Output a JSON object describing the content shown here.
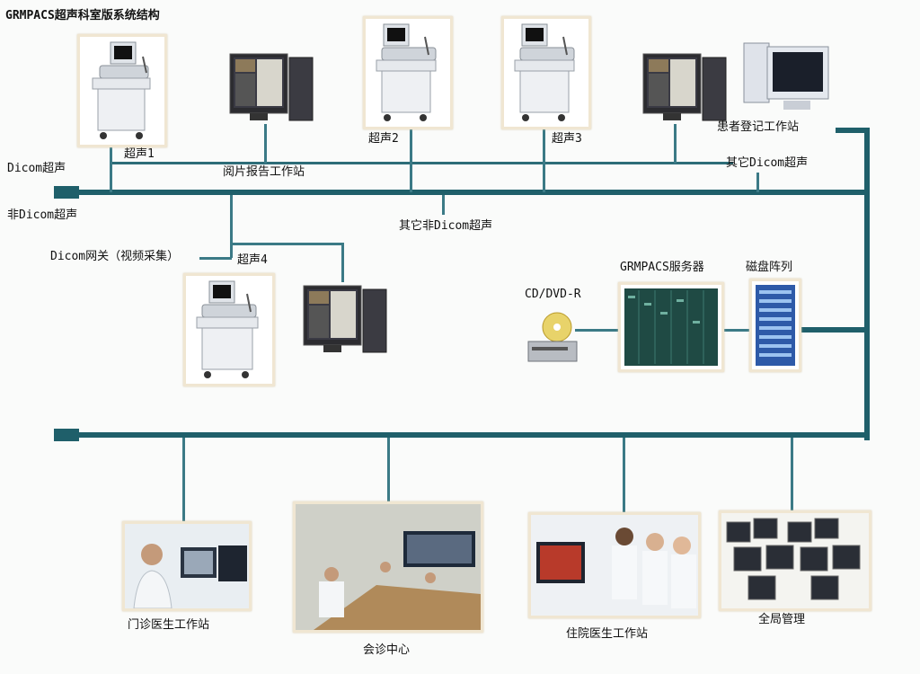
{
  "title": "GRMPACS超声科室版系统结构",
  "labels": {
    "dicom_us": "Dicom超声",
    "non_dicom_us": "非Dicom超声",
    "us1": "超声1",
    "us2": "超声2",
    "us3": "超声3",
    "us4": "超声4",
    "reading_ws": "阅片报告工作站",
    "registration_ws": "患者登记工作站",
    "other_dicom": "其它Dicom超声",
    "other_non_dicom": "其它非Dicom超声",
    "gateway": "Dicom网关（视频采集）",
    "server": "GRMPACS服务器",
    "disk_array": "磁盘阵列",
    "cd_dvd": "CD/DVD-R",
    "outpatient_ws": "门诊医生工作站",
    "consult_center": "会诊中心",
    "inpatient_ws": "住院医生工作站",
    "global_mgmt": "全局管理"
  },
  "icons": {
    "ultrasound": "ultrasound-machine-icon",
    "workstation": "monitor-tower-icon",
    "pc": "desktop-pc-icon",
    "server": "server-rack-icon",
    "disk": "disk-array-icon",
    "cd": "cd-dvd-burner-icon"
  },
  "colors": {
    "bus": "#1f5f6a",
    "wire": "#3b7a86",
    "frame": "#f0e6d2"
  }
}
